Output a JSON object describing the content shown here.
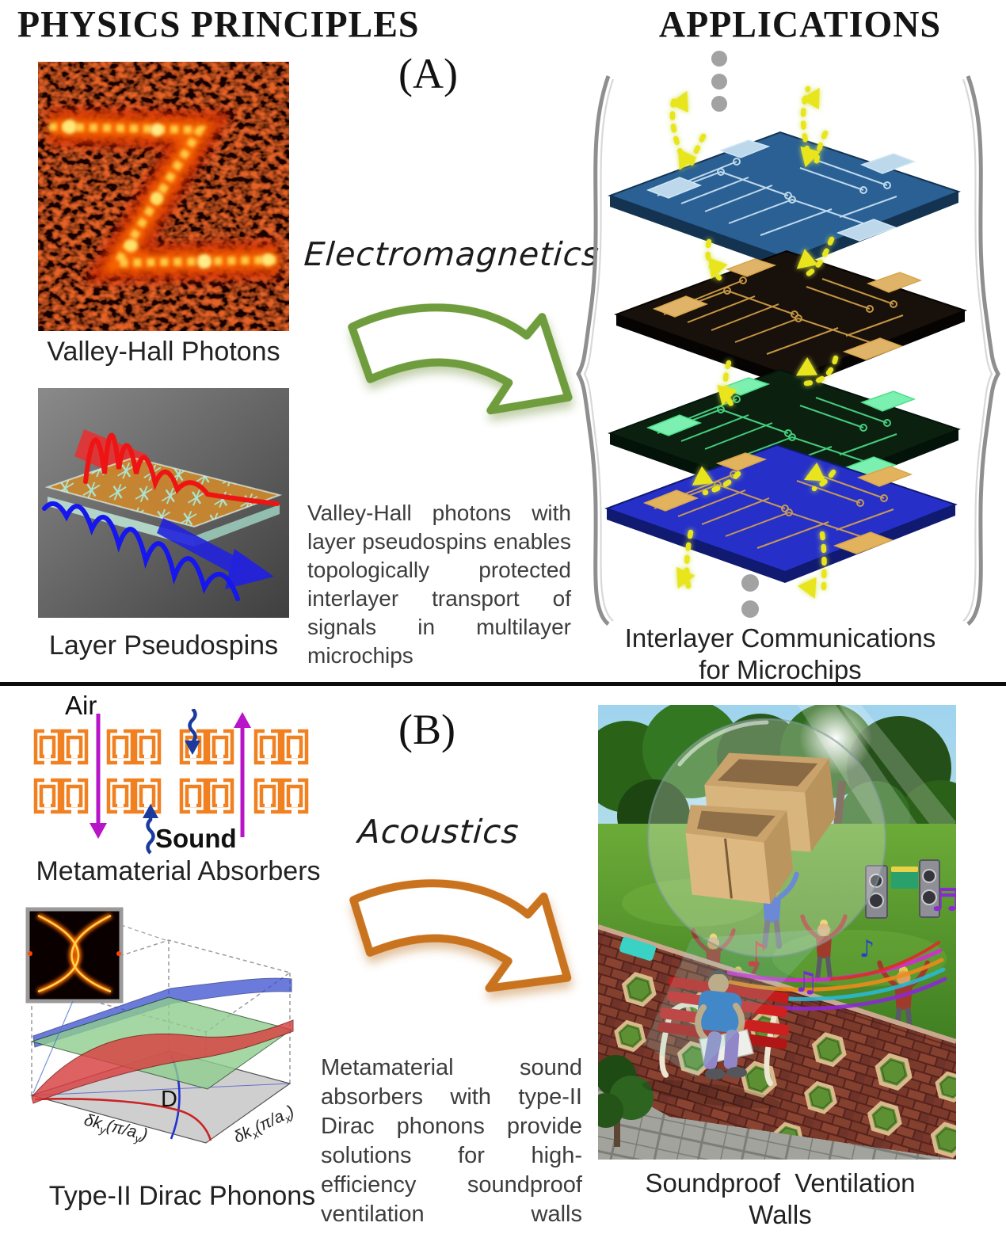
{
  "header": {
    "left_title": "PHYSICS PRINCIPLES",
    "right_title": "APPLICATIONS"
  },
  "icons": {
    "bridge_arrow": "curved-block-arrow",
    "continuation": "vertical-ellipsis-dots",
    "grouping": "curly-brace"
  },
  "colors": {
    "accent_green": "#6f9c3d",
    "accent_orange": "#c9731f",
    "dash_yellow": "#e9e51a",
    "absorber_orange": "#f08020",
    "air_arrow_magenta": "#b814c8",
    "sound_arrow_blue": "#1a3a9e",
    "wave_red": "#ee1414",
    "wave_blue": "#1616ee",
    "dots_gray": "#a2a2a2",
    "board_blue": "#2a6094",
    "board_black": "#18100a",
    "board_green": "#0c2010",
    "board_navy": "#2630c8"
  },
  "panel_a": {
    "tag": "(A)",
    "valley_hall_caption": "Valley-Hall Photons",
    "pseudospin_caption": "Layer Pseudospins",
    "bridge_label": "Electromagnetics",
    "description": "Valley-Hall photons with layer pseudospins enables topologically protected interlayer transport of signals in multilayer microchips",
    "application_caption_line1": "Interlayer Communications",
    "application_caption_line2": "for Microchips"
  },
  "panel_b": {
    "tag": "(B)",
    "air_label": "Air",
    "sound_label": "Sound",
    "absorber_caption": "Metamaterial Absorbers",
    "dirac_caption": "Type-II Dirac Phonons",
    "dirac_point": "D",
    "axis_left": {
      "pre": "δk",
      "sub1": "y",
      "mid": "(π/a",
      "sub2": "y",
      "post": ")"
    },
    "axis_right": {
      "pre": "δk",
      "sub1": "x",
      "mid": "(π/a",
      "sub2": "x",
      "post": ")"
    },
    "bridge_label": "Acoustics",
    "description": "Metamaterial sound absorbers with type-II Dirac phonons provide solutions for high-efficiency soundproof ventilation walls",
    "application_caption_line1": "Soundproof Ventilation",
    "application_caption_line2": "Walls"
  }
}
